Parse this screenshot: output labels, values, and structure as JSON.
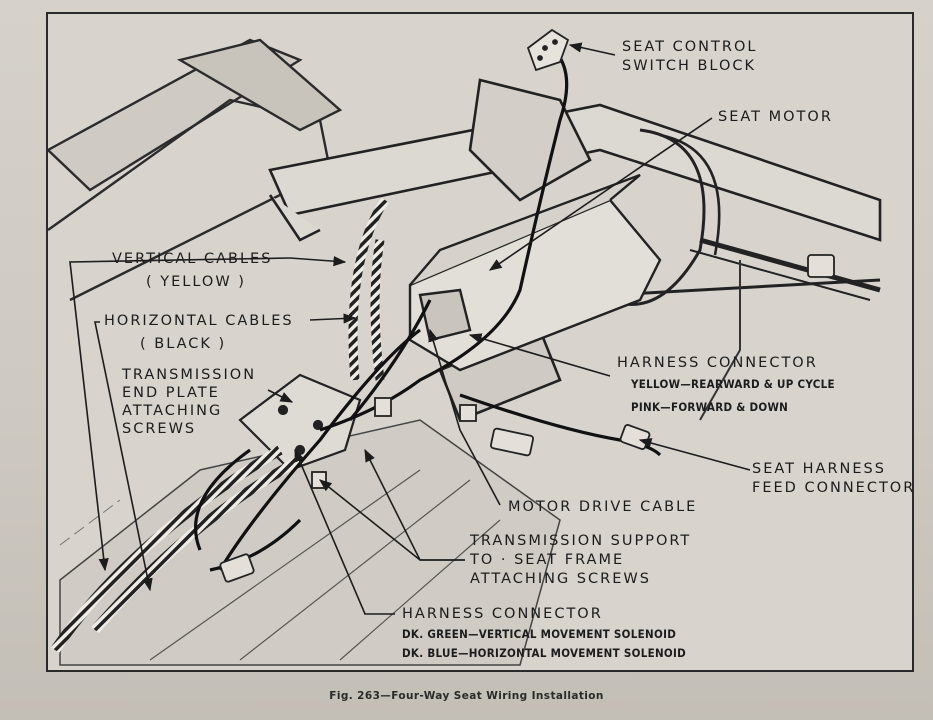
{
  "labels": {
    "seat_control_switch_block": [
      "SEAT CONTROL",
      "SWITCH BLOCK"
    ],
    "seat_motor": "SEAT MOTOR",
    "vertical_cables": [
      "VERTICAL CABLES",
      "( YELLOW )"
    ],
    "horizontal_cables": [
      "HORIZONTAL CABLES",
      "( BLACK )"
    ],
    "transmission_end_plate": [
      "TRANSMISSION",
      "END PLATE",
      "ATTACHING",
      "SCREWS"
    ],
    "harness_connector_upper": {
      "title": "HARNESS CONNECTOR",
      "lines": [
        "YELLOW—REARWARD & UP CYCLE",
        "PINK—FORWARD & DOWN"
      ]
    },
    "seat_harness_feed_connector": [
      "SEAT HARNESS",
      "FEED CONNECTOR"
    ],
    "motor_drive_cable": "MOTOR DRIVE CABLE",
    "transmission_support": [
      "TRANSMISSION SUPPORT",
      "TO · SEAT FRAME",
      "ATTACHING SCREWS"
    ],
    "harness_connector_lower": {
      "title": "HARNESS CONNECTOR",
      "lines": [
        "DK. GREEN—VERTICAL MOVEMENT SOLENOID",
        "DK. BLUE—HORIZONTAL MOVEMENT SOLENOID"
      ]
    }
  },
  "caption": "Fig. 263—Four-Way Seat Wiring Installation"
}
